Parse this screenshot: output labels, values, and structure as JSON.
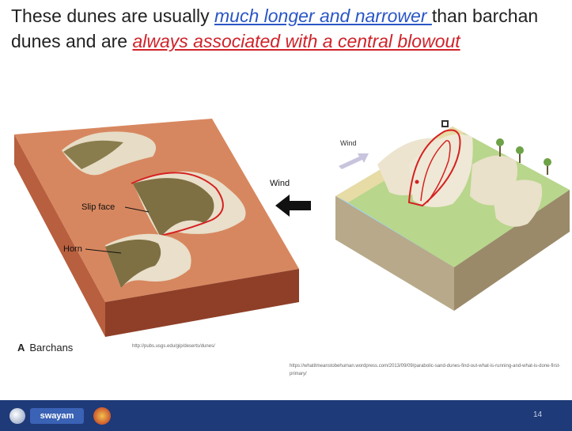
{
  "heading": {
    "line1_prefix": "These dunes are usually ",
    "line1_emph": "much longer and narrower ",
    "line1_suffix": "than barchan",
    "line2_prefix": "dunes and are ",
    "line2_emph": "always associated with a central blowout"
  },
  "figure_left": {
    "labels": {
      "slip_face": "Slip face",
      "horn": "Horn",
      "wind": "Wind"
    },
    "caption_letter": "A",
    "caption_text": "Barchans",
    "source": "http://pubs.usgs.edu/gip/deserts/dunes/"
  },
  "figure_right": {
    "labels": {
      "wind": "Wind"
    },
    "source": "https://whatitmeanstobehuman.wordpress.com/2013/09/09/parabolic-sand-dunes-find-out-what-is-running-and-what-is-done-first-primary/"
  },
  "footer": {
    "logo_text": "swayam",
    "page_number": "14"
  },
  "colors": {
    "blue_emphasis": "#2a56c6",
    "red_emphasis": "#d0232a",
    "footer_bar": "#1e3a78"
  }
}
